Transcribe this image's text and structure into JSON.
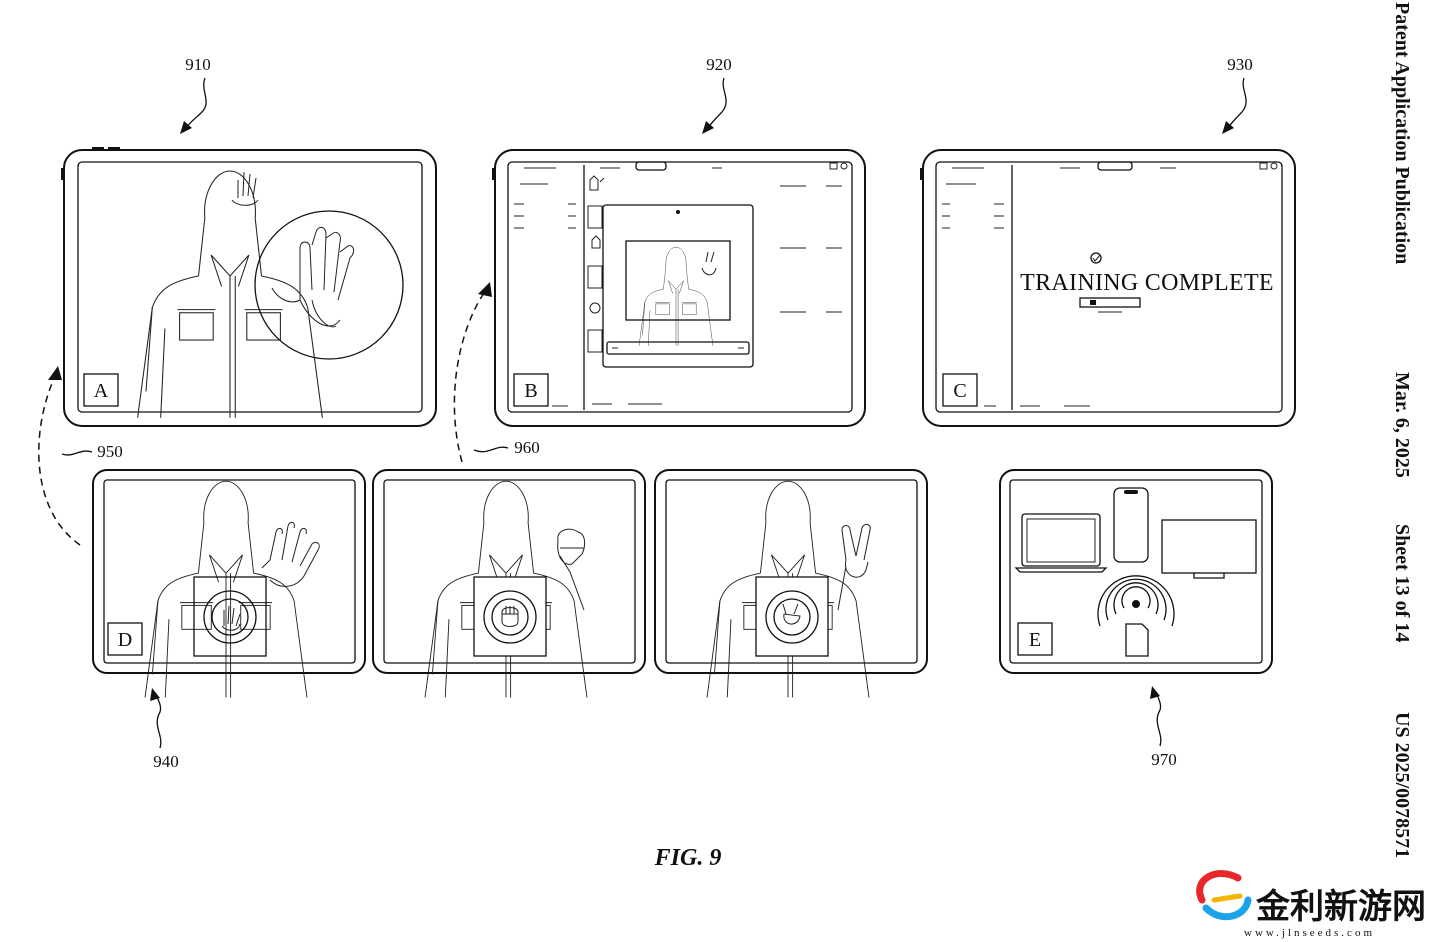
{
  "figure": {
    "caption": "FIG. 9",
    "refs": {
      "r910": "910",
      "r920": "920",
      "r930": "930",
      "r940": "940",
      "r950": "950",
      "r960": "960",
      "r970": "970"
    },
    "panels": {
      "A": "A",
      "B": "B",
      "C": "C",
      "D": "D",
      "E": "E"
    },
    "training_text": "TRAINING COMPLETE"
  },
  "side_header": {
    "publication": "Patent Application Publication",
    "date": "Mar. 6, 2025",
    "sheet": "Sheet 13 of 14",
    "number": "US 2025/0078571"
  },
  "watermark": {
    "name": "金利新游网",
    "url": "www.jlnseeds.com"
  }
}
